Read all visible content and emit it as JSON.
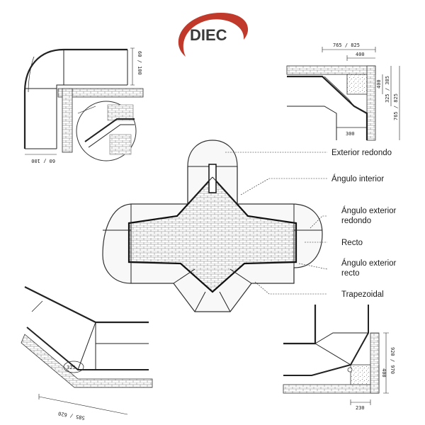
{
  "brand": {
    "logo_text": "DIEC",
    "colors": {
      "swoosh": "#c0392b",
      "logo_text": "#3a3a3a"
    }
  },
  "callouts": [
    {
      "id": "exterior-redondo",
      "lines": [
        "Exterior redondo"
      ]
    },
    {
      "id": "angulo-interior",
      "lines": [
        "Ángulo interior"
      ]
    },
    {
      "id": "angulo-exterior-redondo",
      "lines": [
        "Ángulo exterior",
        "redondo"
      ]
    },
    {
      "id": "recto",
      "lines": [
        "Recto"
      ]
    },
    {
      "id": "angulo-exterior-recto",
      "lines": [
        "Ángulo exterior",
        "recto"
      ]
    },
    {
      "id": "trapezoidal",
      "lines": [
        "Trapezoidal"
      ]
    }
  ],
  "dimensions": {
    "top_left": {
      "vertical": "60 / 100",
      "horizontal": "60 / 100"
    },
    "top_right": {
      "top": "765 / 825",
      "inner": "400",
      "side_inner": "400",
      "side_mid": "325 / 385",
      "side_outer": "765 / 825",
      "bottom": "300"
    },
    "bottom_left": {
      "small": "325",
      "bottom": "585 / 620"
    },
    "bottom_right": {
      "side": "920 / 970",
      "inner": "400",
      "bottom": "230"
    }
  },
  "colors": {
    "line": "#222222",
    "fill_light": "#f4f4f4",
    "brick": "#dcdcdc"
  }
}
